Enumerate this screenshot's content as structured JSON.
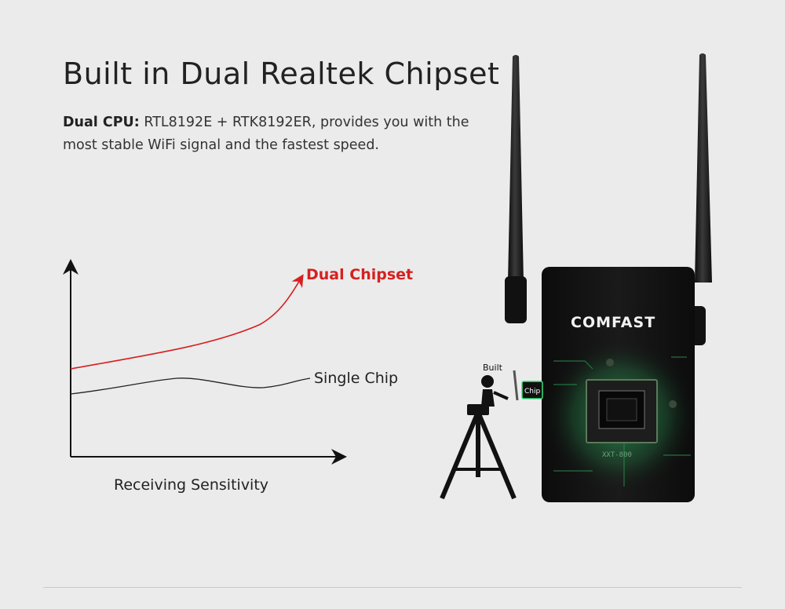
{
  "heading": {
    "title": "Built in Dual Realtek Chipset"
  },
  "description": {
    "lead": "Dual CPU:",
    "line1_rest": " RTL8192E + RTK8192ER, provides you with the",
    "line2": "most stable WiFi signal and the fastest speed."
  },
  "graph": {
    "dual_label": "Dual Chipset",
    "single_label": "Single Chip",
    "x_axis_label": "Receiving Sensitivity",
    "colors": {
      "dual": "#d62020",
      "single": "#222222",
      "axis": "#111111"
    }
  },
  "device": {
    "brand": "COMFAST",
    "figure_label": "Built",
    "chip_label": "Chip",
    "board_text": "XXT-800",
    "glow_color": "#39e07a"
  }
}
